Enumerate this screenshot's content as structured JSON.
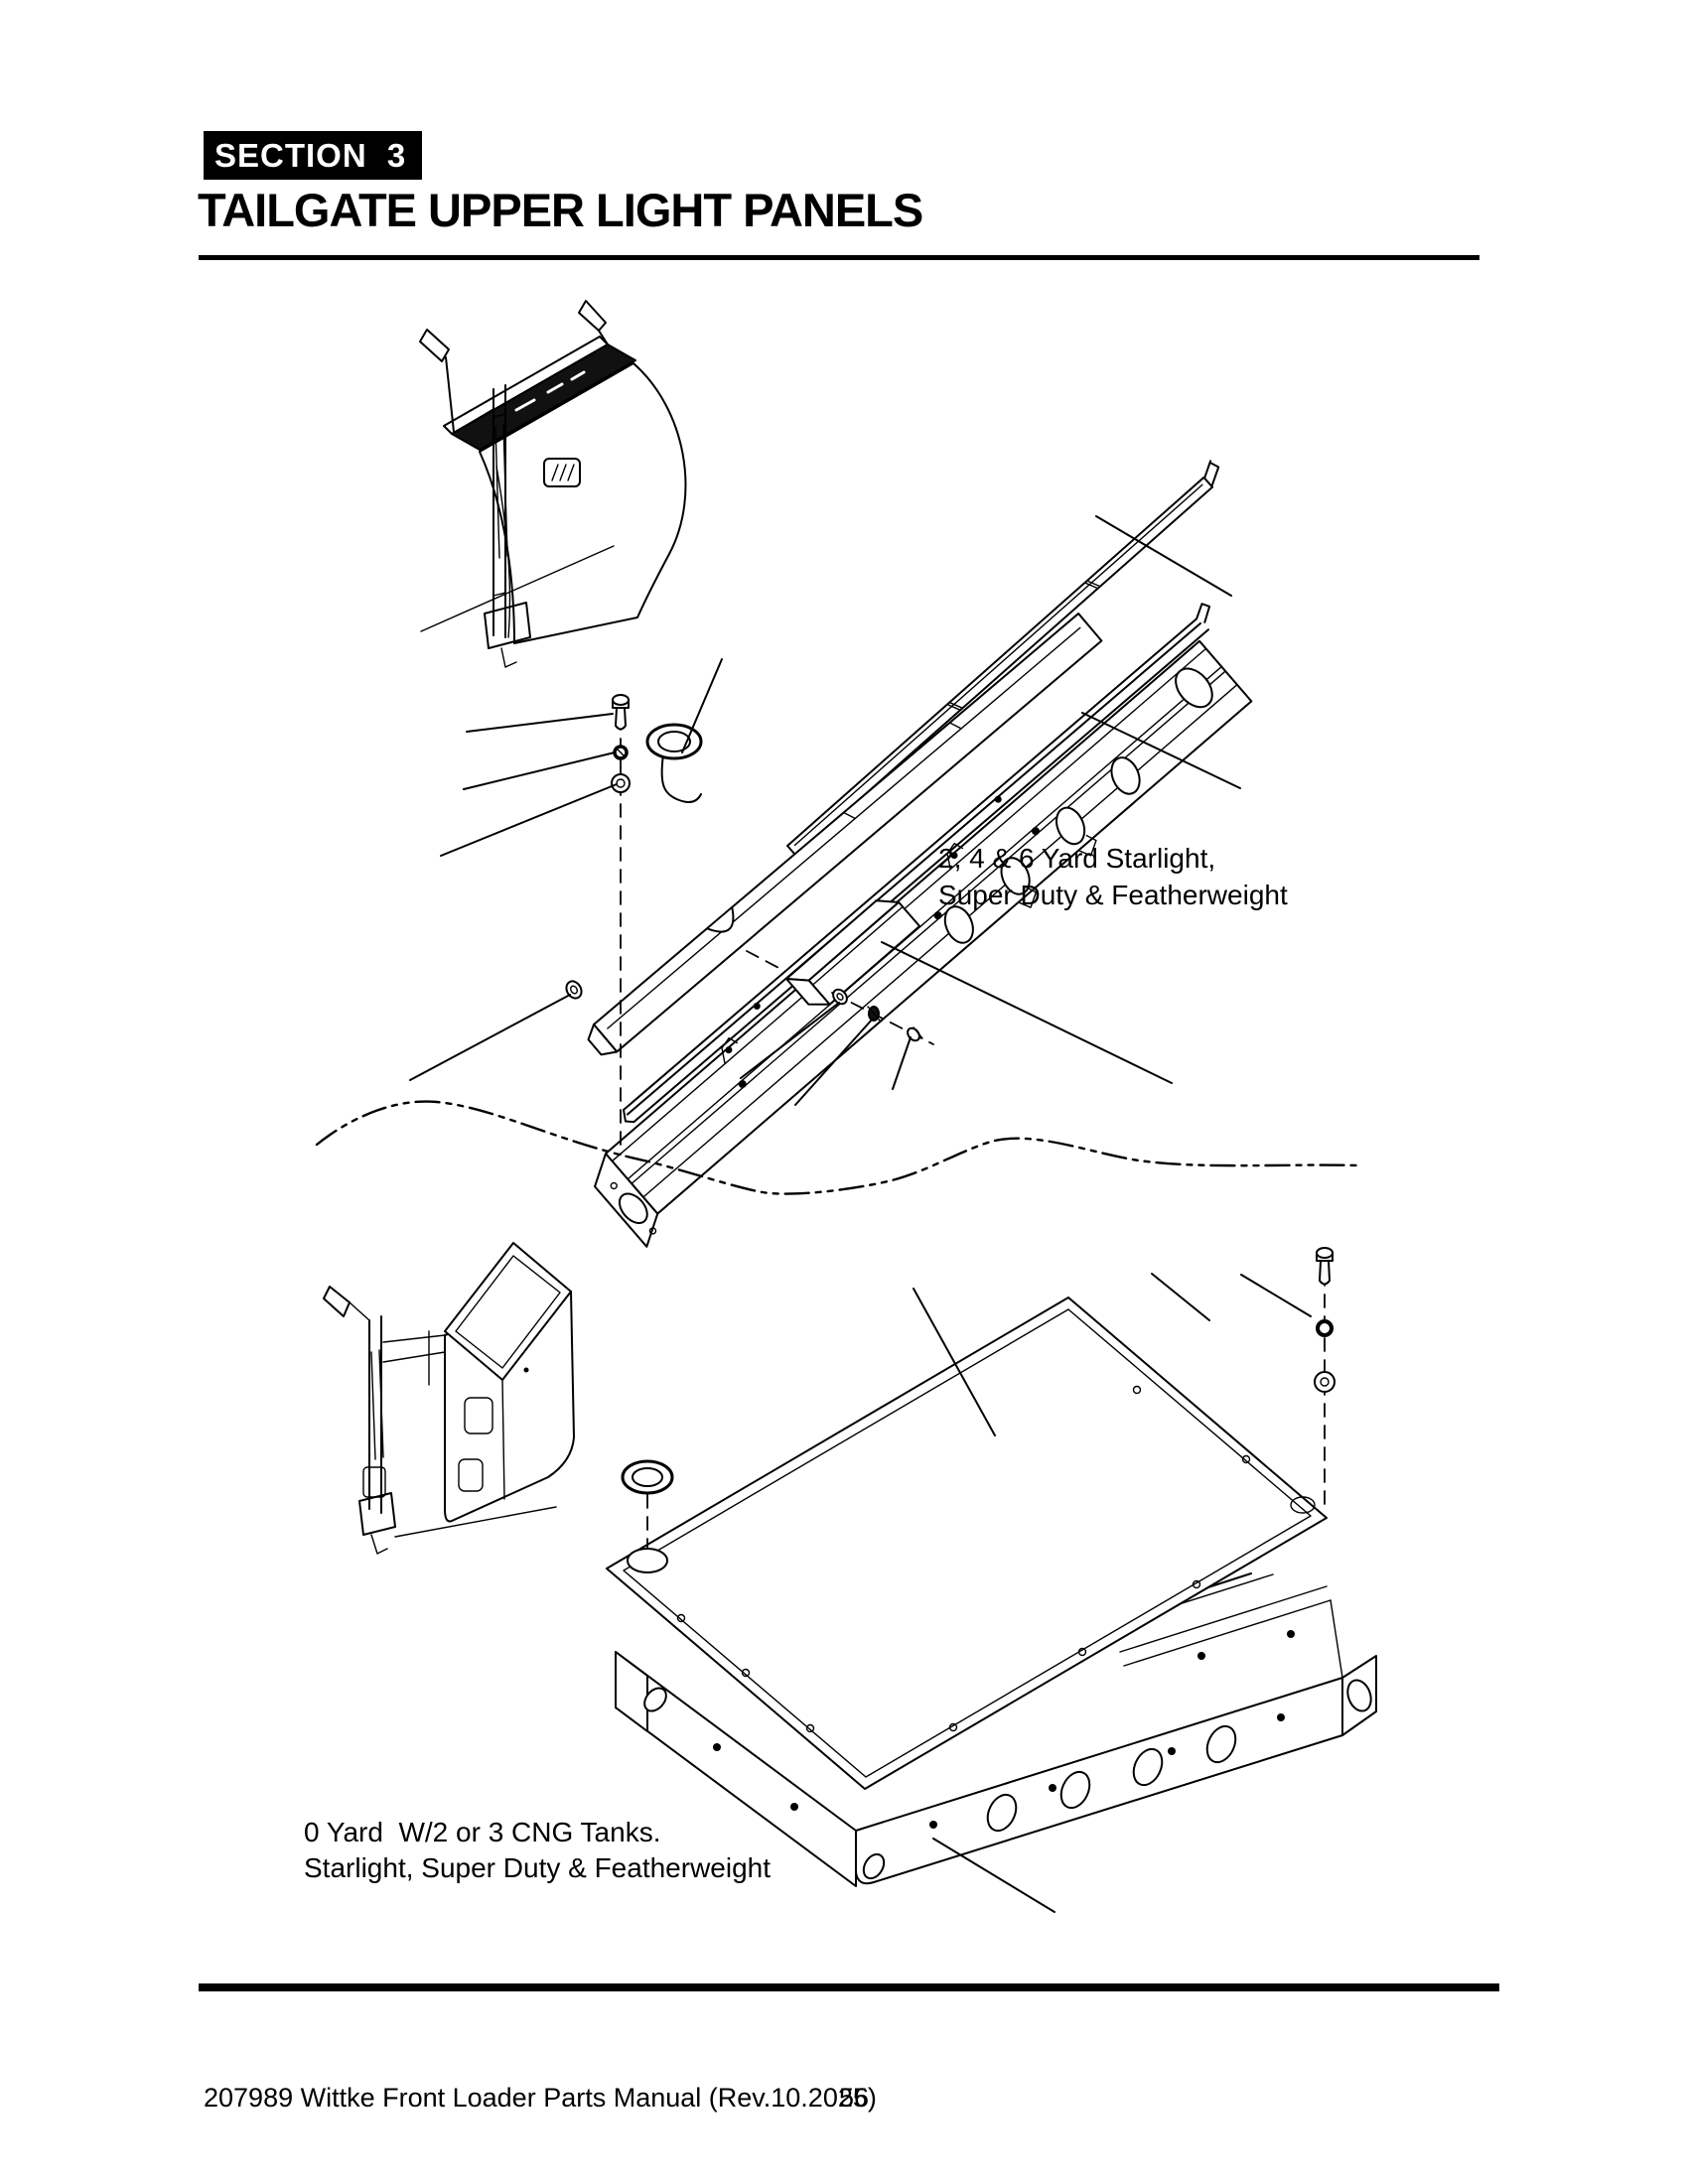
{
  "colors": {
    "ink": "#000000",
    "paper": "#ffffff"
  },
  "header": {
    "section_badge": "SECTION 3",
    "title": "TAILGATE UPPER LIGHT PANELS"
  },
  "figures": {
    "upper": {
      "name": "tailgate upper light panel - exploded view",
      "caption": "2, 4 & 6 Yard Starlight,\nSuper Duty & Featherweight"
    },
    "lower": {
      "name": "tailgate upper light panel with cover - exploded view",
      "caption": "0 Yard  W/2 or 3 CNG Tanks.\nStarlight, Super Duty & Featherweight"
    }
  },
  "footer": {
    "manual_ref": "207989 Wittke Front Loader Parts Manual (Rev.10.2025)",
    "page_number": "56"
  }
}
